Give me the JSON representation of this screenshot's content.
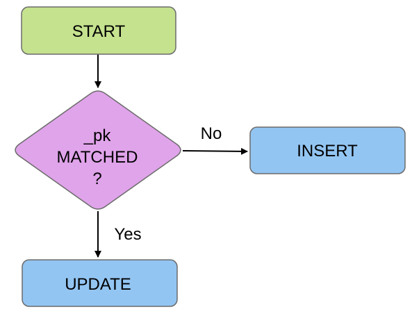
{
  "nodes": {
    "start": {
      "label": "START",
      "fill": "#c5e28f",
      "stroke": "#6b6b6b"
    },
    "decision": {
      "label_lines": [
        "_pk",
        "MATCHED",
        "?"
      ],
      "fill": "#e0a4ea",
      "stroke": "#6b6b6b"
    },
    "insert": {
      "label": "INSERT",
      "fill": "#93c5f2",
      "stroke": "#6b6b6b"
    },
    "update": {
      "label": "UPDATE",
      "fill": "#93c5f2",
      "stroke": "#6b6b6b"
    }
  },
  "edges": {
    "start_to_decision": {
      "label": ""
    },
    "decision_to_insert": {
      "label": "No"
    },
    "decision_to_update": {
      "label": "Yes"
    }
  },
  "colors": {
    "arrow": "#000000"
  }
}
